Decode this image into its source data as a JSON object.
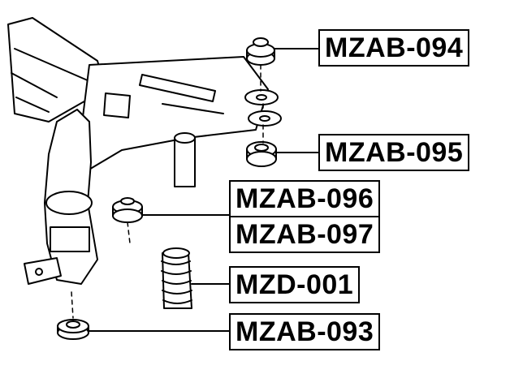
{
  "part_labels": [
    {
      "code": "MZAB-094"
    },
    {
      "code": "MZAB-095"
    },
    {
      "code": "MZAB-096"
    },
    {
      "code": "MZAB-097"
    },
    {
      "code": "MZD-001"
    },
    {
      "code": "MZAB-093"
    }
  ],
  "colors": {
    "line": "#000000",
    "fill": "#ffffff",
    "background": "#ffffff"
  }
}
